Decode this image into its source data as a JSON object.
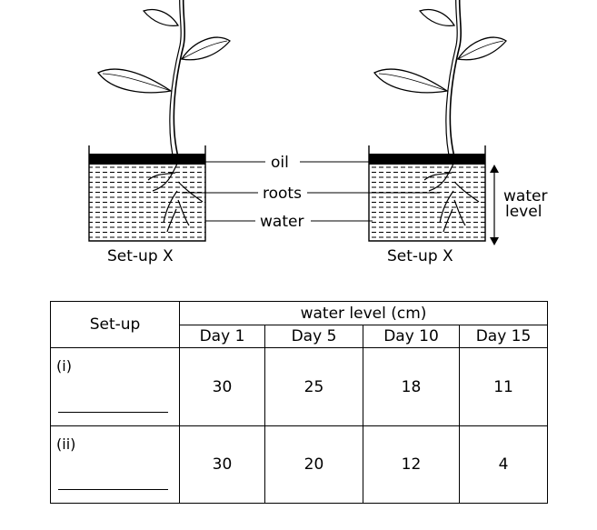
{
  "diagram": {
    "labels": {
      "oil": "oil",
      "roots": "roots",
      "water": "water",
      "water_level": [
        "water",
        "level"
      ]
    },
    "setups": [
      {
        "caption": "Set-up X"
      },
      {
        "caption": "Set-up X"
      }
    ]
  },
  "table": {
    "header": {
      "setup": "Set-up",
      "group": "water level (cm)",
      "days": [
        "Day 1",
        "Day 5",
        "Day 10",
        "Day 15"
      ]
    },
    "rows": [
      {
        "id": "(i)",
        "values": [
          "30",
          "25",
          "18",
          "11"
        ]
      },
      {
        "id": "(ii)",
        "values": [
          "30",
          "20",
          "12",
          "4"
        ]
      }
    ]
  }
}
